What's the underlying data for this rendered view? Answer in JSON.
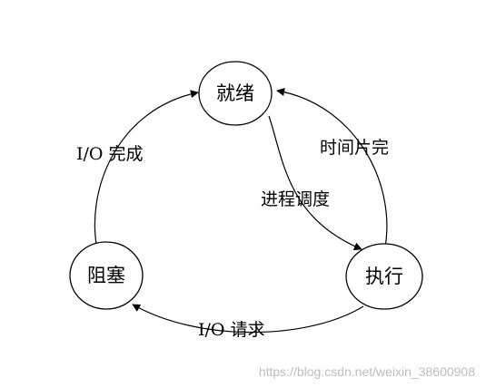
{
  "nodes": {
    "ready": "就绪",
    "running": "执行",
    "blocked": "阻塞"
  },
  "edges": {
    "timeslice": "时间片完",
    "schedule": "进程调度",
    "io_request": "I/O 请求",
    "io_complete": "I/O 完成"
  },
  "watermark": "https://blog.csdn.net/weixin_38600908"
}
